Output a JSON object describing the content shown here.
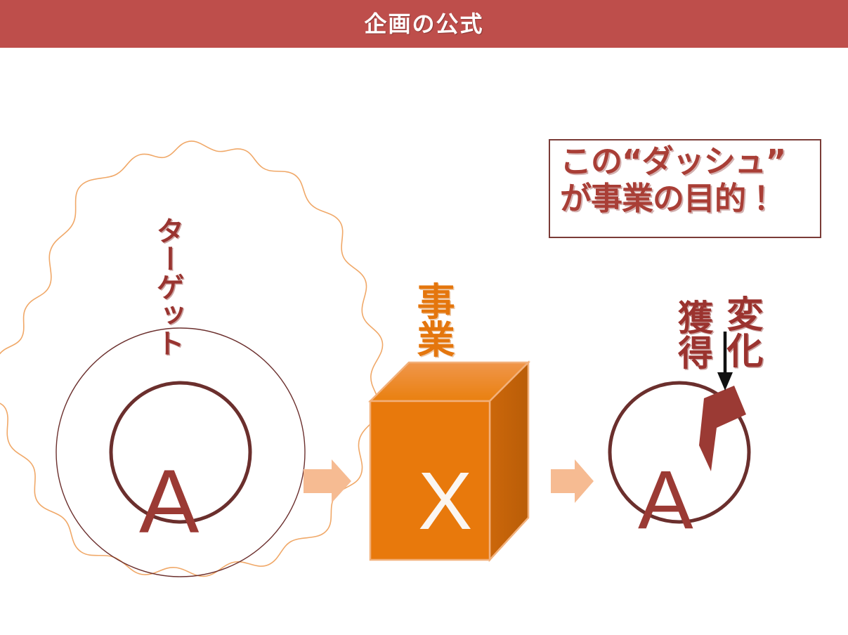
{
  "header": {
    "title": "企画の公式",
    "background_color": "#be4e4b",
    "text_color": "#ffffff"
  },
  "callout": {
    "line1": "この“ダッシュ”",
    "line2": "が事業の目的！",
    "border_color": "#7a3b37",
    "text_color": "#a93e36"
  },
  "labels": {
    "target": "ターゲット",
    "business": "事業",
    "acquire": "獲得",
    "change": "変化"
  },
  "diagram": {
    "left_letter": "A",
    "cube_letter": "X",
    "right_letter": "A",
    "prime_mark": "’",
    "blob_stroke": "#f0a868",
    "outer_circle_stroke": "#6b2f2d",
    "inner_circle_stroke": "#6b2f2d",
    "letter_color": "#9b3a34",
    "cube_front_color": "#e8790c",
    "cube_top_color": "#ef9242",
    "cube_side_color": "#c4620a",
    "cube_outline_color": "#f2b07a",
    "arrow_color": "#f6bb92",
    "down_arrow_color": "#111111",
    "prime_color": "#9b3a34"
  },
  "icons": {
    "flow_arrow_1": "right-arrow-icon",
    "flow_arrow_2": "right-arrow-icon",
    "pointer_arrow": "down-arrow-icon",
    "cube": "cube-icon",
    "blob": "blob-outline-icon"
  }
}
